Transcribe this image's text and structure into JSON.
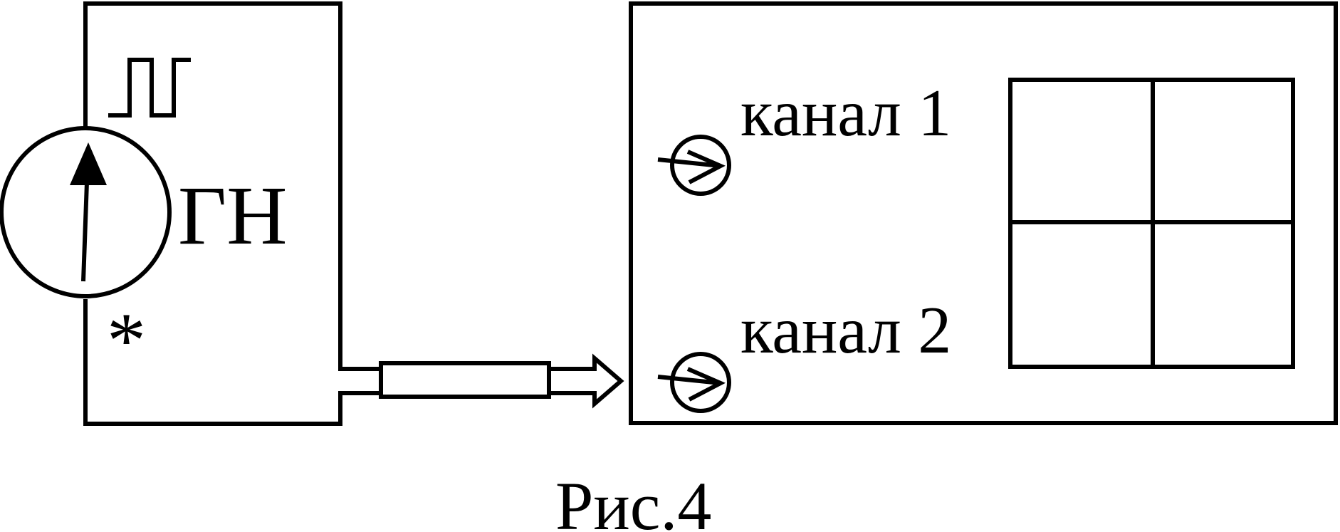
{
  "generator": {
    "label": "ГН",
    "marker": "*",
    "pulse_symbol": "pulse-waveform-icon",
    "source_symbol": "source-arrow-icon"
  },
  "oscilloscope": {
    "channel_1_label": "канал 1",
    "channel_2_label": "канал 2",
    "screen": "oscilloscope-screen-grid"
  },
  "cable": "connecting-cable-with-plug",
  "caption": "Рис.4",
  "colors": {
    "stroke": "#000000",
    "background": "#ffffff"
  }
}
